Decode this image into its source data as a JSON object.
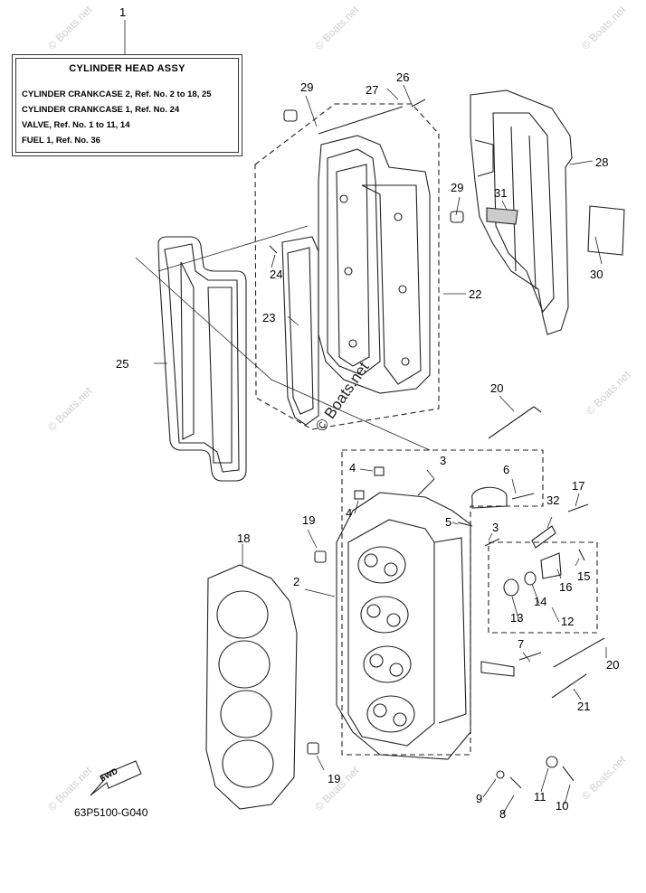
{
  "legend": {
    "number": "1",
    "title": "CYLINDER HEAD ASSY",
    "lines": [
      "CYLINDER CRANKCASE 2, Ref. No. 2 to 18, 25",
      "CYLINDER CRANKCASE 1,     Ref. No. 24",
      "VALVE,   Ref. No. 1 to 11, 14",
      "FUEL 1,  Ref. No. 36"
    ]
  },
  "callouts": {
    "c2": "2",
    "c3a": "3",
    "c3b": "3",
    "c4a": "4",
    "c4b": "4",
    "c5": "5",
    "c6": "6",
    "c7": "7",
    "c8": "8",
    "c9": "9",
    "c10": "10",
    "c11": "11",
    "c12": "12",
    "c13": "13",
    "c14": "14",
    "c15": "15",
    "c16": "16",
    "c17": "17",
    "c18": "18",
    "c19a": "19",
    "c19b": "19",
    "c20a": "20",
    "c20b": "20",
    "c21": "21",
    "c22": "22",
    "c23": "23",
    "c24": "24",
    "c25": "25",
    "c26": "26",
    "c27": "27",
    "c28": "28",
    "c29a": "29",
    "c29b": "29",
    "c30": "30",
    "c31": "31",
    "c32": "32"
  },
  "part_code": "63P5100-G040",
  "fwd_label": "FWD",
  "watermark": "© Boats.net"
}
